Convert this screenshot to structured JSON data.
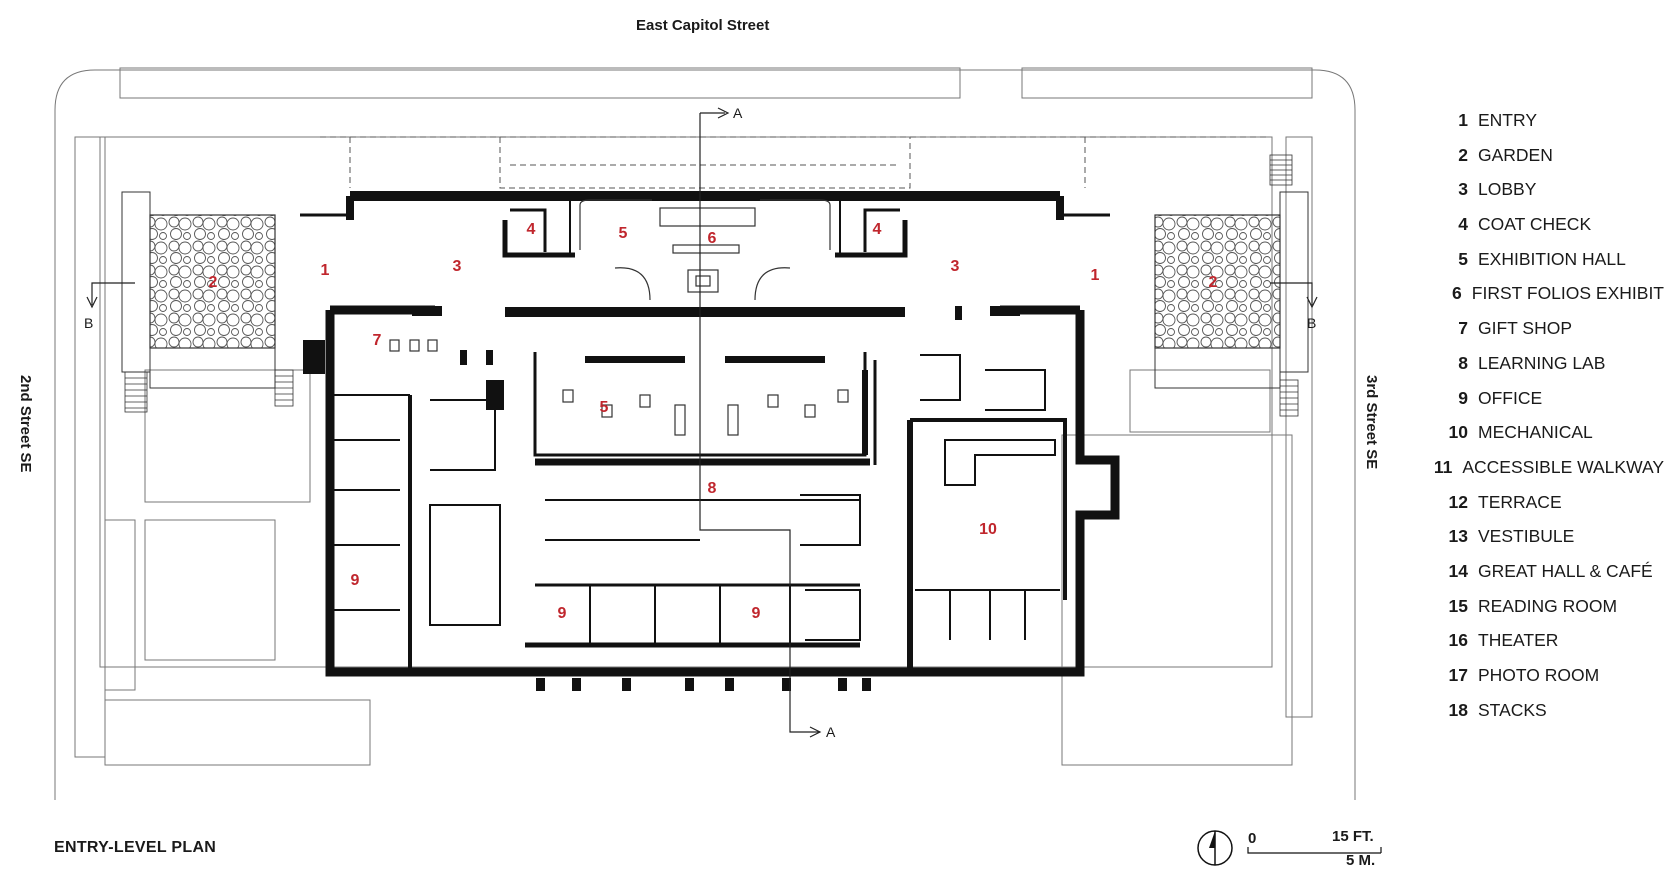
{
  "streets": {
    "north": "East Capitol Street",
    "west": "2nd Street SE",
    "east": "3rd Street SE"
  },
  "plan_title": "ENTRY-LEVEL PLAN",
  "section_markers": {
    "a": "A",
    "b": "B"
  },
  "room_labels": {
    "entry": "1",
    "garden": "2",
    "lobby": "3",
    "coat_check": "4",
    "exhibition_hall": "5",
    "first_folios": "6",
    "gift_shop": "7",
    "learning_lab": "8",
    "office": "9",
    "mechanical": "10"
  },
  "legend": [
    {
      "num": "1",
      "label": "ENTRY"
    },
    {
      "num": "2",
      "label": "GARDEN"
    },
    {
      "num": "3",
      "label": "LOBBY"
    },
    {
      "num": "4",
      "label": "COAT CHECK"
    },
    {
      "num": "5",
      "label": "EXHIBITION HALL"
    },
    {
      "num": "6",
      "label": "FIRST FOLIOS EXHIBIT"
    },
    {
      "num": "7",
      "label": "GIFT SHOP"
    },
    {
      "num": "8",
      "label": "LEARNING LAB"
    },
    {
      "num": "9",
      "label": "OFFICE"
    },
    {
      "num": "10",
      "label": "MECHANICAL"
    },
    {
      "num": "11",
      "label": "ACCESSIBLE WALKWAY"
    },
    {
      "num": "12",
      "label": "TERRACE"
    },
    {
      "num": "13",
      "label": "VESTIBULE"
    },
    {
      "num": "14",
      "label": "GREAT HALL & CAFÉ"
    },
    {
      "num": "15",
      "label": "READING ROOM"
    },
    {
      "num": "16",
      "label": "THEATER"
    },
    {
      "num": "17",
      "label": "PHOTO ROOM"
    },
    {
      "num": "18",
      "label": "STACKS"
    }
  ],
  "scale": {
    "zero": "0",
    "feet": "15 FT.",
    "meters": "5 M."
  },
  "colors": {
    "room_label": "#c0262d",
    "wall": "#111111"
  }
}
